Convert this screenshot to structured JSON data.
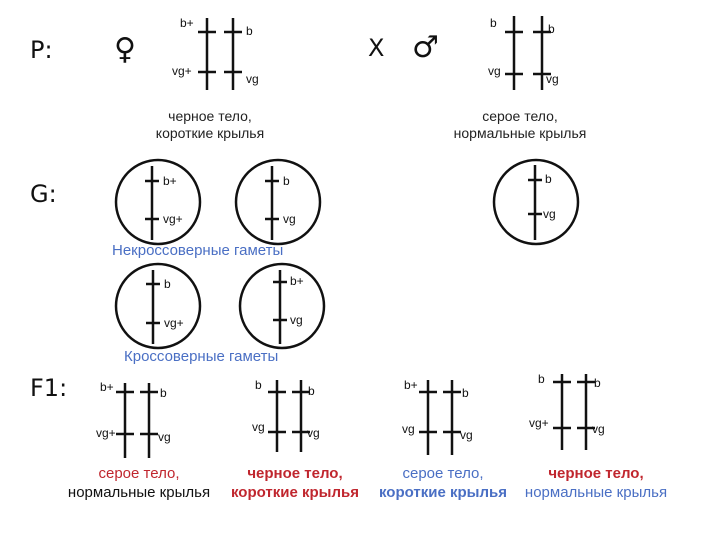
{
  "generations": {
    "p": "P:",
    "g": "G:",
    "f1": "F1:"
  },
  "symbols": {
    "female": "♀",
    "cross": "X",
    "male": "♂"
  },
  "genes": {
    "b_dom": "b+",
    "b_rec": "b",
    "vg_dom": "vg+",
    "vg_rec": "vg"
  },
  "parents": {
    "female_phenotype": [
      "черное тело,",
      "короткие крылья"
    ],
    "male_phenotype": [
      "серое тело,",
      "нормальные крылья"
    ]
  },
  "gametes": {
    "noncrossover_label": "Некроссоверные гаметы",
    "crossover_label": "Кроссоверные гаметы"
  },
  "offspring": [
    {
      "line1": "серое тело,",
      "line2": "нормальные крылья",
      "line1_color": "#c0262e",
      "line2_color": "#111111"
    },
    {
      "line1": "черное тело,",
      "line2": "короткие крылья",
      "line1_color": "#c0262e",
      "line2_color": "#c0262e"
    },
    {
      "line1": "серое тело,",
      "line2": "короткие крылья",
      "line1_color": "#4a6fc4",
      "line2_color": "#4a6fc4"
    },
    {
      "line1": "черное тело,",
      "line2": "нормальные крылья",
      "line1_color": "#c0262e",
      "line2_color": "#4a6fc4"
    }
  ],
  "colors": {
    "ink": "#111111",
    "blue_text": "#4a6fc4",
    "red_text": "#c0262e"
  }
}
